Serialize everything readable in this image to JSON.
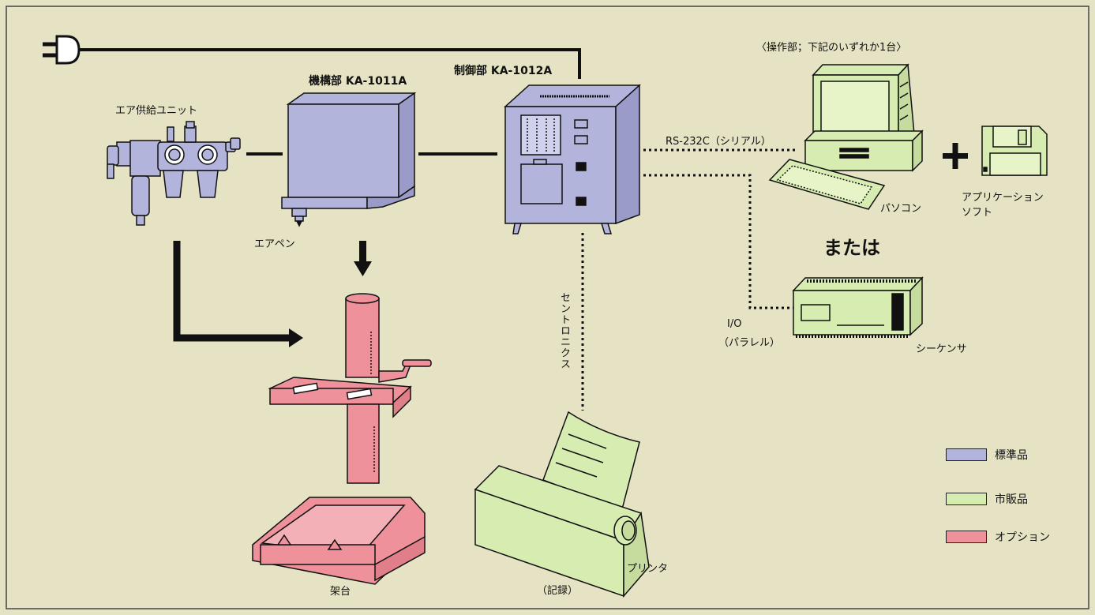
{
  "labels": {
    "air_unit": "エア供給ユニット",
    "mechanism": "機構部 KA-1011A",
    "controller": "制御部 KA-1012A",
    "operation": "〈操作部；下記のいずれか1台〉",
    "rs232c": "RS-232C（シリアル）",
    "pc": "パソコン",
    "app_line1": "アプリケーション",
    "app_line2": "ソフト",
    "or": "または",
    "air_pen": "エアペン",
    "io_line1": "I/O",
    "io_line2": "（パラレル）",
    "sequencer": "シーケンサ",
    "centronics": "セントロニクス",
    "printer": "プリンタ",
    "record": "（記録）",
    "stand": "架台"
  },
  "legend": [
    {
      "label": "標準品",
      "color": "#b3b4dc"
    },
    {
      "label": "市販品",
      "color": "#d6ecb0"
    },
    {
      "label": "オプション",
      "color": "#ef919b"
    }
  ],
  "colors": {
    "background": "#e6e2c4",
    "standard": "#b3b4dc",
    "commercial": "#d6ecb0",
    "option": "#ef919b"
  }
}
